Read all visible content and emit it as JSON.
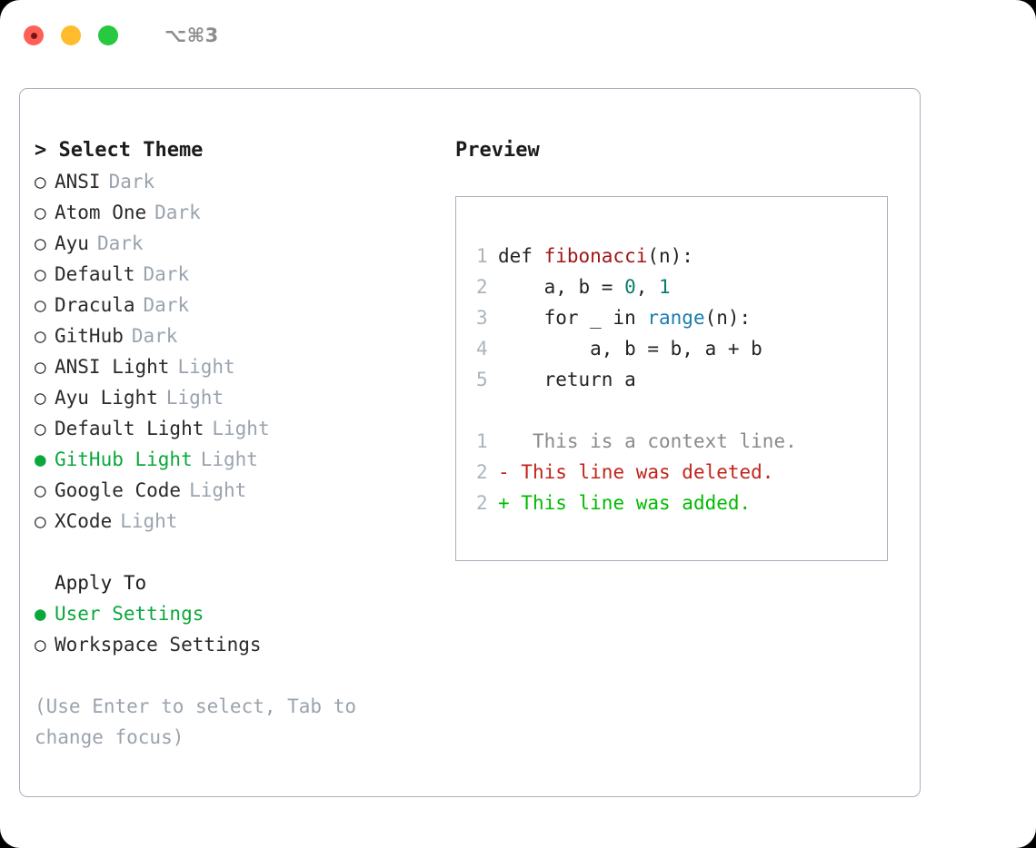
{
  "window": {
    "shortcut_label": "⌥⌘3",
    "traffic_lights": [
      {
        "name": "close",
        "color": "#ff5f57",
        "inner": "#7a1410"
      },
      {
        "name": "minimize",
        "color": "#febc2e",
        "inner": ""
      },
      {
        "name": "maximize",
        "color": "#28c840",
        "inner": ""
      }
    ]
  },
  "theme_picker": {
    "header": "> Select Theme",
    "themes": [
      {
        "bullet": "○",
        "name": "ANSI",
        "variant": "Dark",
        "selected": false
      },
      {
        "bullet": "○",
        "name": "Atom One",
        "variant": "Dark",
        "selected": false
      },
      {
        "bullet": "○",
        "name": "Ayu",
        "variant": "Dark",
        "selected": false
      },
      {
        "bullet": "○",
        "name": "Default",
        "variant": "Dark",
        "selected": false
      },
      {
        "bullet": "○",
        "name": "Dracula",
        "variant": "Dark",
        "selected": false
      },
      {
        "bullet": "○",
        "name": "GitHub",
        "variant": "Dark",
        "selected": false
      },
      {
        "bullet": "○",
        "name": "ANSI Light",
        "variant": "Light",
        "selected": false
      },
      {
        "bullet": "○",
        "name": "Ayu Light",
        "variant": "Light",
        "selected": false
      },
      {
        "bullet": "○",
        "name": "Default Light",
        "variant": "Light",
        "selected": false
      },
      {
        "bullet": "●",
        "name": "GitHub Light",
        "variant": "Light",
        "selected": true
      },
      {
        "bullet": "○",
        "name": "Google Code",
        "variant": "Light",
        "selected": false
      },
      {
        "bullet": "○",
        "name": "XCode",
        "variant": "Light",
        "selected": false
      }
    ]
  },
  "apply_to": {
    "header": "Apply To",
    "options": [
      {
        "bullet": "●",
        "name": "User Settings",
        "selected": true
      },
      {
        "bullet": "○",
        "name": "Workspace Settings",
        "selected": false
      }
    ]
  },
  "hint": "(Use Enter to select, Tab to change focus)",
  "preview": {
    "title": "Preview",
    "code_lines": [
      {
        "ln": "1",
        "tokens": [
          {
            "t": "def ",
            "c": "code-text"
          },
          {
            "t": "fibonacci",
            "c": "tok-func"
          },
          {
            "t": "(n):",
            "c": "code-text"
          }
        ]
      },
      {
        "ln": "2",
        "tokens": [
          {
            "t": "    a, b = ",
            "c": "code-text"
          },
          {
            "t": "0",
            "c": "tok-num"
          },
          {
            "t": ", ",
            "c": "code-text"
          },
          {
            "t": "1",
            "c": "tok-num"
          }
        ]
      },
      {
        "ln": "3",
        "tokens": [
          {
            "t": "    for _ in ",
            "c": "code-text"
          },
          {
            "t": "range",
            "c": "tok-call"
          },
          {
            "t": "(n):",
            "c": "code-text"
          }
        ]
      },
      {
        "ln": "4",
        "tokens": [
          {
            "t": "        a, b = b, a + b",
            "c": "code-text"
          }
        ]
      },
      {
        "ln": "5",
        "tokens": [
          {
            "t": "    return a",
            "c": "code-text"
          }
        ]
      }
    ],
    "diff_lines": [
      {
        "ln": "1",
        "marker": " ",
        "text": "  This is a context line.",
        "kind": "diff-ctx"
      },
      {
        "ln": "2",
        "marker": "-",
        "text": " This line was deleted.",
        "kind": "diff-del"
      },
      {
        "ln": "2",
        "marker": "+",
        "text": " This line was added.",
        "kind": "diff-add"
      }
    ]
  },
  "colors": {
    "accent_green": "#0aa83c",
    "muted": "#9aa3ae",
    "border": "#a7b0bc",
    "code_func": "#a01515",
    "code_num": "#0e7c6b",
    "code_call": "#1b7cb0",
    "diff_add": "#00bb00",
    "diff_del": "#c0241b"
  }
}
